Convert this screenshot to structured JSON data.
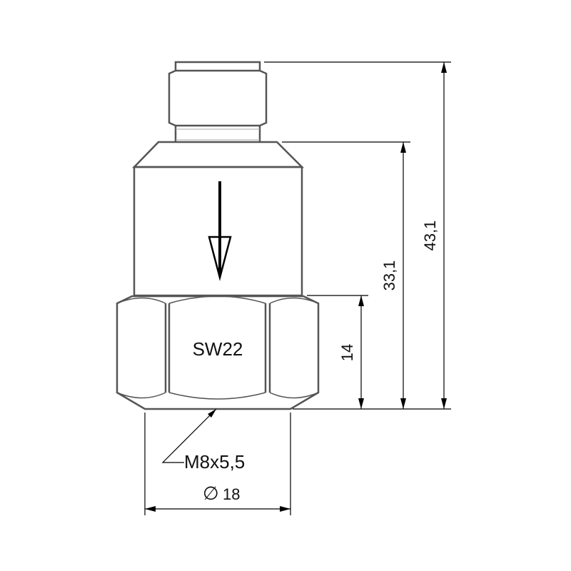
{
  "drawing": {
    "hex_label": "SW22",
    "thread_label": "M8x5,5",
    "diameter_symbol": "∅",
    "diameter_value": "18",
    "dim_hex_height": "14",
    "dim_body_height": "33,1",
    "dim_total_height": "43,1",
    "line_color": "#555555",
    "dim_color": "#000000"
  }
}
